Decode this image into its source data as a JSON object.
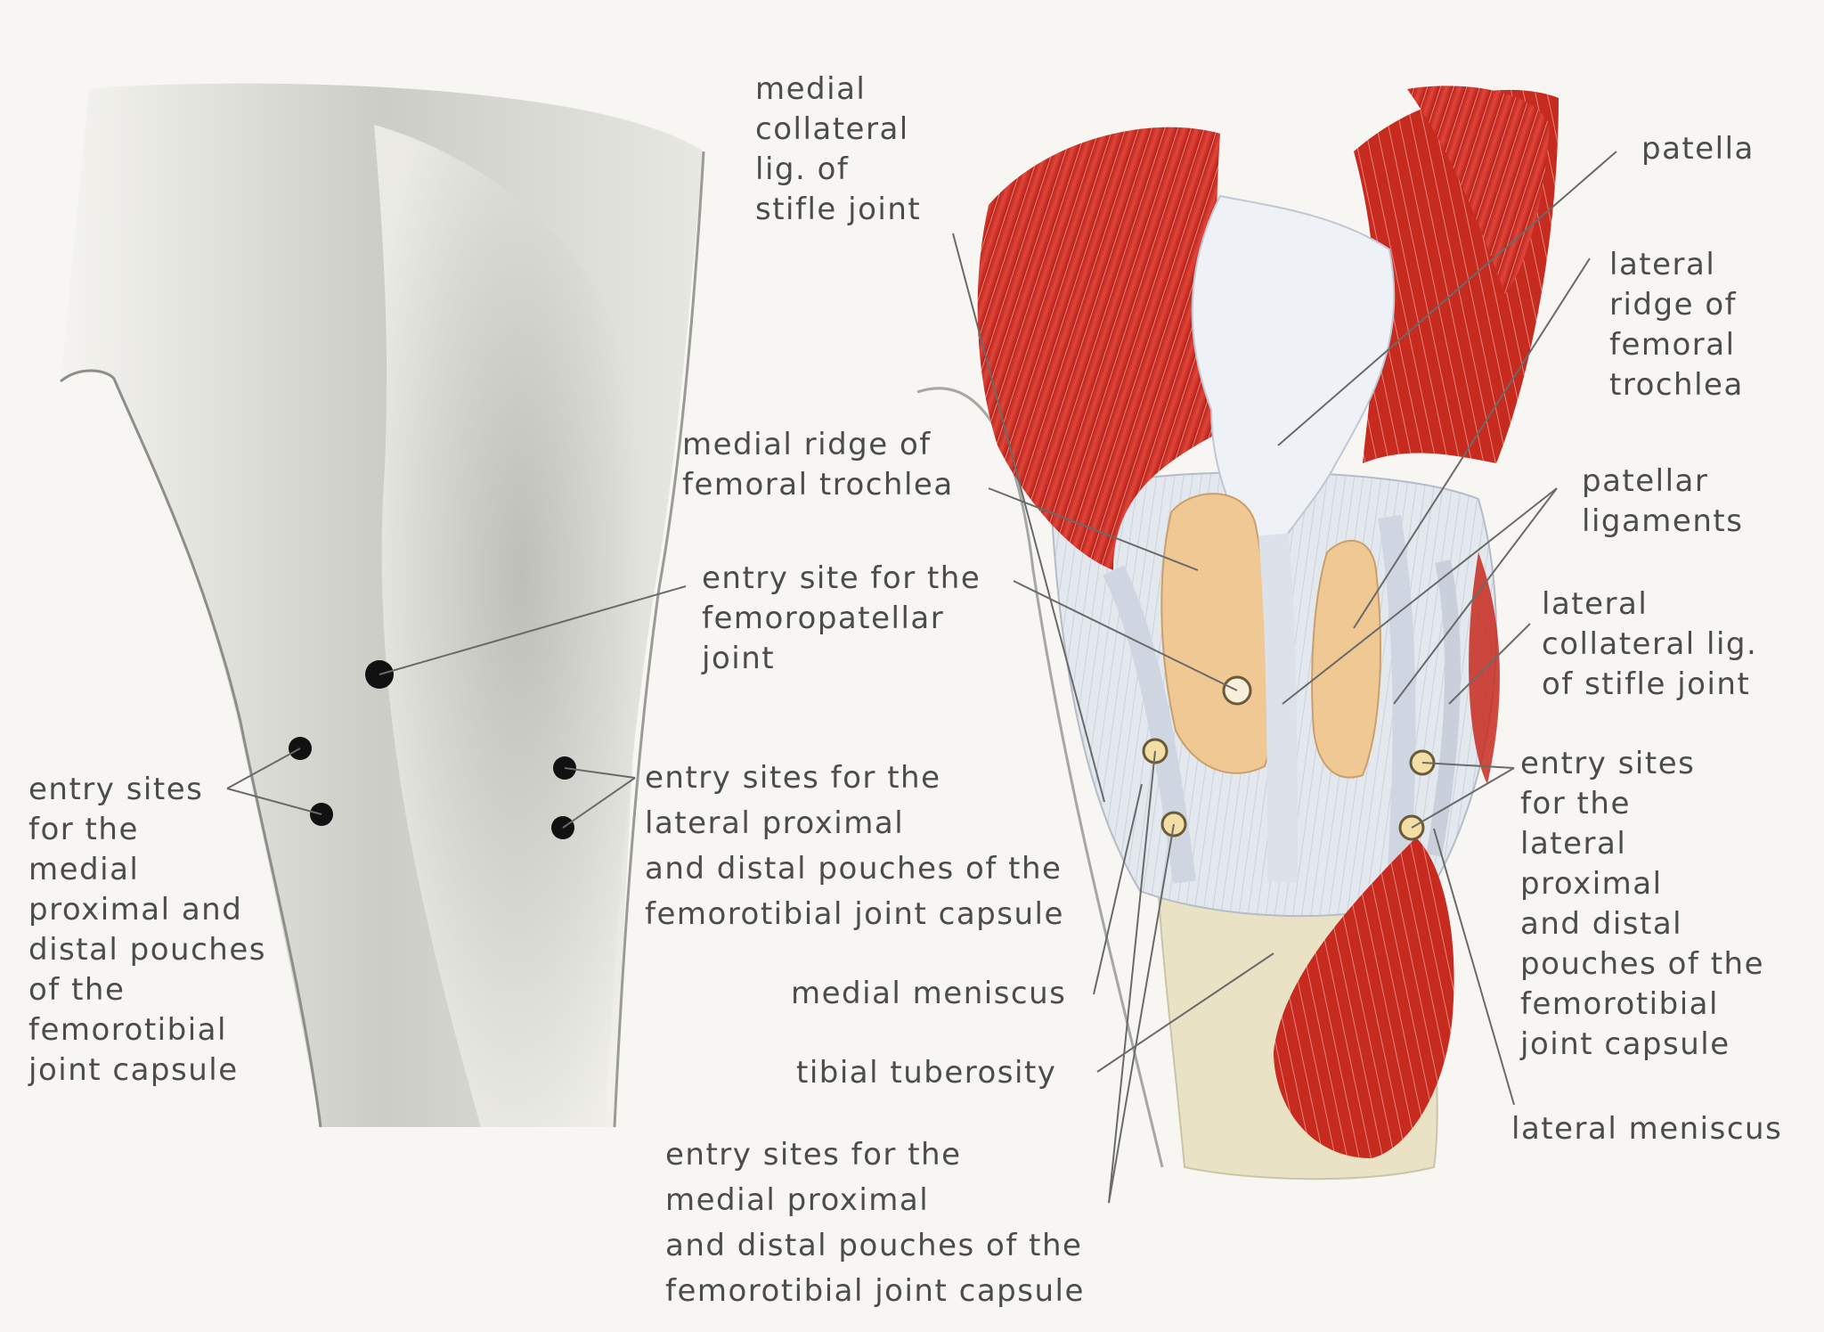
{
  "labels": {
    "medial_collateral_lig": [
      "medial",
      "collateral",
      "lig. of",
      "stifle joint"
    ],
    "patella": [
      "patella"
    ],
    "lateral_ridge": [
      "lateral",
      "ridge of",
      "femoral",
      "trochlea"
    ],
    "medial_ridge": [
      "medial ridge of",
      "femoral trochlea"
    ],
    "patellar_ligaments": [
      "patellar",
      "ligaments"
    ],
    "entry_femoropatellar": [
      "entry site for the",
      "femoropatellar",
      "joint"
    ],
    "lateral_collateral_lig": [
      "lateral",
      "collateral lig.",
      "of stifle joint"
    ],
    "entry_medial_left": [
      "entry sites",
      "for the",
      "medial",
      "proximal and",
      "distal pouches",
      "of the",
      "femorotibial",
      "joint capsule"
    ],
    "entry_lateral_middle": [
      "entry sites for the",
      "lateral proximal",
      "and distal pouches of the",
      "femorotibial joint capsule"
    ],
    "entry_lateral_right": [
      "entry sites",
      "for the",
      "lateral",
      "proximal",
      "and distal",
      "pouches of the",
      "femorotibial",
      "joint capsule"
    ],
    "medial_meniscus": [
      "medial meniscus"
    ],
    "tibial_tuberosity": [
      "tibial tuberosity"
    ],
    "lateral_meniscus": [
      "lateral meniscus"
    ],
    "entry_medial_bottom": [
      "entry sites for the",
      "medial proximal",
      "and distal pouches of the",
      "femorotibial joint capsule"
    ]
  },
  "colors": {
    "background": "#f7f6f2",
    "muscle": "#c8281e",
    "ligament": "#dfe4ec",
    "cartilage": "#efc894",
    "bone": "#e9e2c4",
    "dot": "#111111",
    "leader": "#6a6a6a"
  }
}
